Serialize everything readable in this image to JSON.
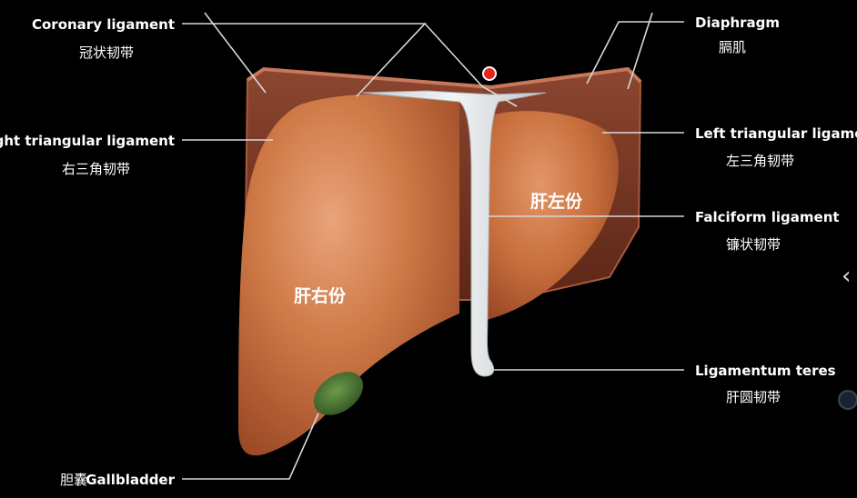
{
  "labels": {
    "coronary": {
      "en": "Coronary ligament",
      "zh": "冠状韧带"
    },
    "right_triangular": {
      "en": "Right triangular ligament",
      "zh": "右三角韧带"
    },
    "gallbladder": {
      "en": "Gallbladder",
      "zh": "胆囊"
    },
    "diaphragm": {
      "en": "Diaphragm",
      "zh": "膈肌"
    },
    "left_triangular": {
      "en": "Left triangular ligament",
      "zh": "左三角韧带"
    },
    "falciform": {
      "en": "Falciform ligament",
      "zh": "镰状韧带"
    },
    "teres": {
      "en": "Ligamentum teres",
      "zh": "肝圆韧带"
    }
  },
  "lobes": {
    "right": "肝右份",
    "left": "肝左份"
  },
  "side_controls": {
    "next_arrow": "‹"
  },
  "colors": {
    "background": "#000000",
    "liver": "#c8703e",
    "liver_shadow": "#8a3e1e",
    "diaphragm": "#7a3a26",
    "ligament": "#dfe3e6",
    "gallbladder": "#3f6b2e",
    "marker": "#e8251a"
  }
}
